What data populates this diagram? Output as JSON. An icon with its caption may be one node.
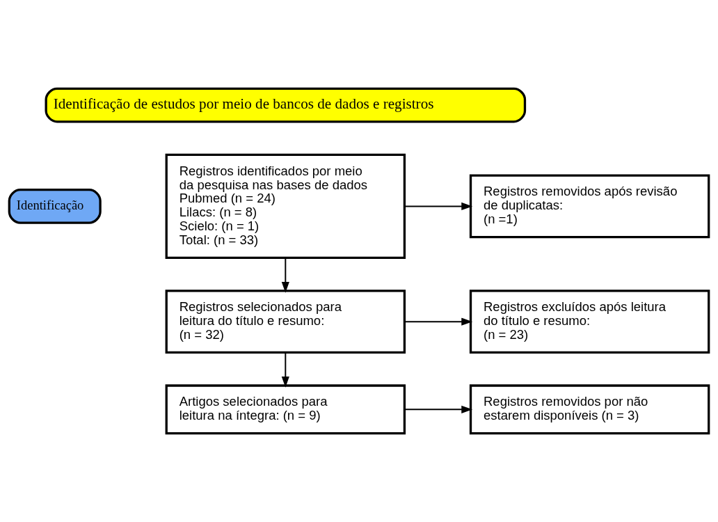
{
  "diagram": {
    "nodes": [
      {
        "text": [
          "Identificação de estudos por meio de bancos de dados e registros"
        ]
      },
      {
        "text": [
          "Identificação"
        ]
      },
      {
        "text": [
          "Registros identificados por meio da pesquisa nas bases de dados",
          "Pubmed (n = 24)",
          "Lilacs: (n = 8)",
          "Scielo: (n = 1)",
          "Total: (n = 33)"
        ]
      },
      {
        "text": [
          "Registros removidos após revisão de duplicatas:",
          "(n =1)"
        ]
      },
      {
        "text": [
          "Registros selecionados para leitura do título e resumo:",
          "(n = 32)"
        ]
      },
      {
        "text": [
          "Registros excluídos após leitura do título e resumo:",
          "(n = 23)"
        ]
      },
      {
        "text": [
          "Artigos selecionados para leitura na íntegra: (n = 9)"
        ]
      },
      {
        "text": [
          "Registros removidos por não estarem disponíveis (n = 3)"
        ]
      }
    ],
    "edges": [
      {
        "from": 2,
        "to": 3,
        "arrow": "to"
      },
      {
        "from": 2,
        "to": 4,
        "arrow": "to"
      },
      {
        "from": 4,
        "to": 5,
        "arrow": "to"
      },
      {
        "from": 4,
        "to": 6,
        "arrow": "to"
      },
      {
        "from": 6,
        "to": 7,
        "arrow": "to"
      }
    ]
  }
}
